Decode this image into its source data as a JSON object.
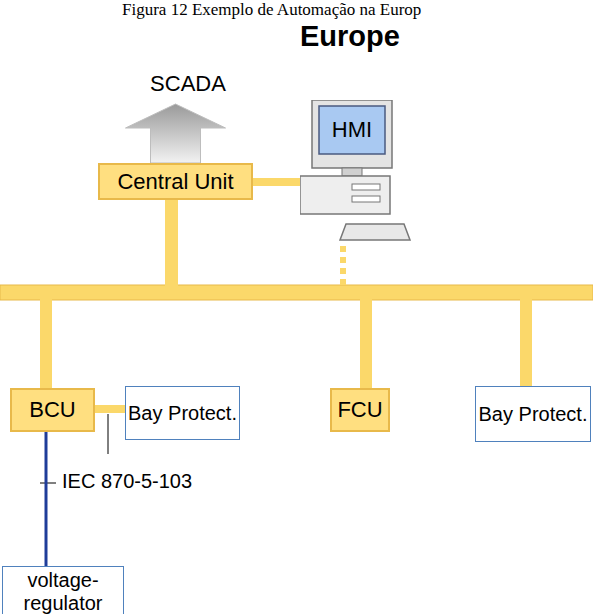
{
  "diagram": {
    "title": "Europe",
    "caption": "Figura 12 Exemplo de Automação na Europ",
    "nodes": [
      {
        "text": [
          "SCADA"
        ]
      },
      {
        "text": [
          "Central Unit"
        ]
      },
      {
        "text": [
          "HMI"
        ]
      },
      {
        "text": [
          "BCU"
        ]
      },
      {
        "text": [
          "Bay Protect."
        ]
      },
      {
        "text": [
          "FCU"
        ]
      },
      {
        "text": [
          "Bay Protect."
        ]
      },
      {
        "text": [
          "voltage-regulator"
        ]
      }
    ],
    "edges": [
      {
        "from": 1,
        "to": 0,
        "arrow": "to"
      },
      {
        "from": 1,
        "to": 2,
        "arrow": "none"
      },
      {
        "from": 3,
        "to": 4,
        "arrow": "none"
      },
      {
        "from": 3,
        "to": 7,
        "arrow": "none"
      }
    ],
    "labels": [
      "IEC 870-5-103"
    ]
  }
}
